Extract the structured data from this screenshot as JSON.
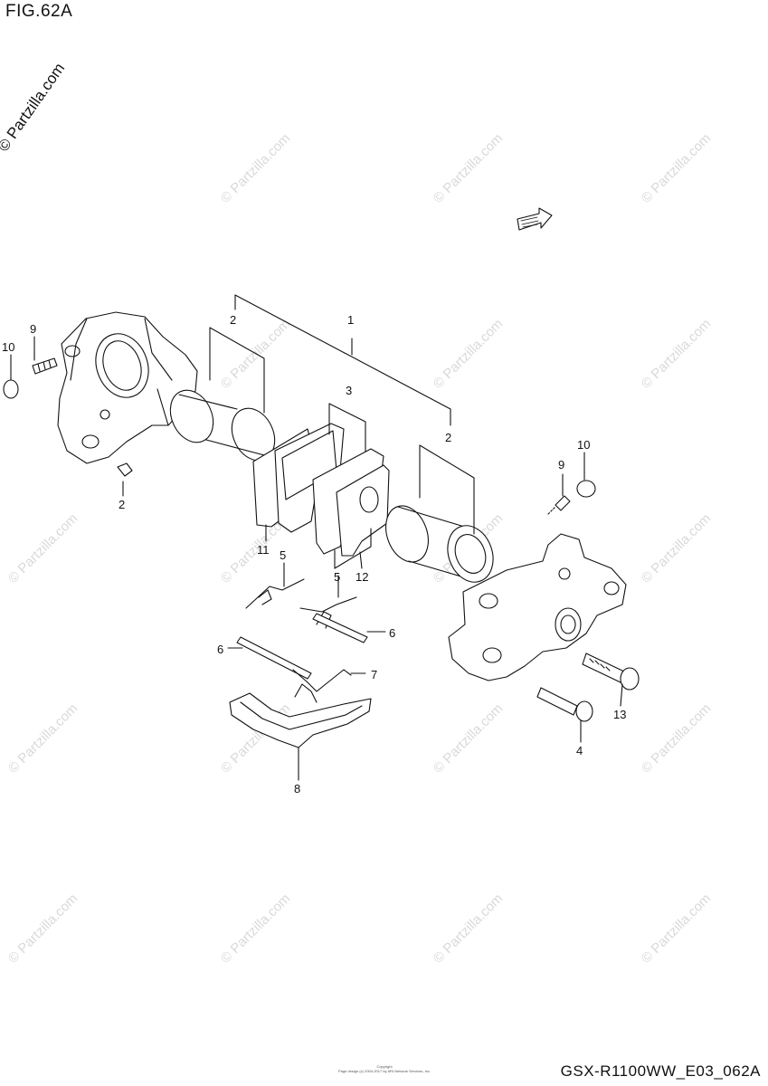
{
  "figure": {
    "title": "FIG.62A",
    "copyright": "© Partzilla.com",
    "model_code": "GSX-R1100WW_E03_062A",
    "footer_lines": [
      "Copyright",
      "Page design (c) 2004-2017 by ARI Network Services, Inc."
    ],
    "watermark_text": "© Partzilla.com"
  },
  "callouts": {
    "c1": "1",
    "c2a": "2",
    "c2b": "2",
    "c2c": "2",
    "c3": "3",
    "c4": "4",
    "c5a": "5",
    "c5b": "5",
    "c6a": "6",
    "c6b": "6",
    "c7": "7",
    "c8": "8",
    "c9a": "9",
    "c9b": "9",
    "c10a": "10",
    "c10b": "10",
    "c11": "11",
    "c12": "12",
    "c13": "13"
  },
  "colors": {
    "line": "#111111",
    "watermark": "#d9d9d9"
  },
  "icons": {
    "direction": "fwd-arrow-icon"
  }
}
